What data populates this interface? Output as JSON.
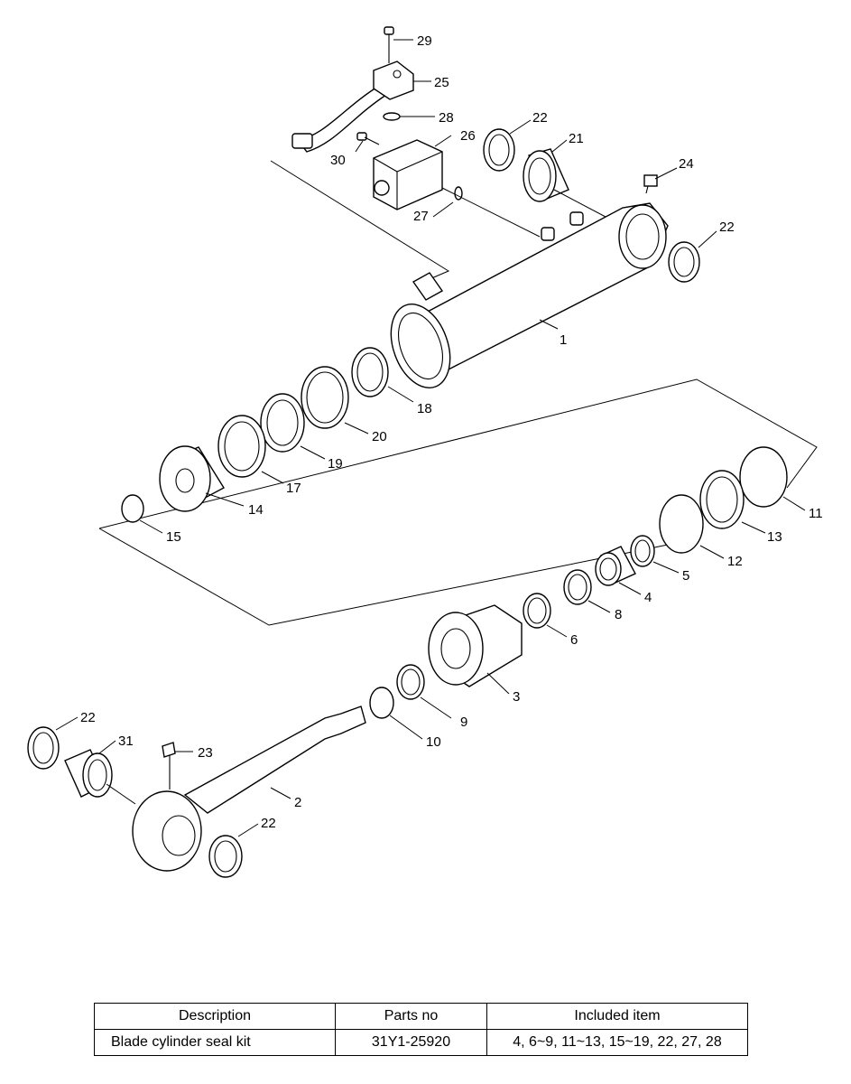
{
  "callouts": [
    "29",
    "25",
    "28",
    "22",
    "21",
    "26",
    "30",
    "24",
    "27",
    "22",
    "1",
    "18",
    "20",
    "19",
    "17",
    "14",
    "15",
    "11",
    "13",
    "12",
    "5",
    "4",
    "8",
    "6",
    "3",
    "9",
    "10",
    "22",
    "31",
    "23",
    "2",
    "22"
  ],
  "table": {
    "headers": [
      "Description",
      "Parts no",
      "Included item"
    ],
    "rows": [
      [
        "Blade cylinder seal kit",
        "31Y1-25920",
        "4, 6~9, 11~13, 15~19, 22, 27, 28"
      ]
    ]
  }
}
